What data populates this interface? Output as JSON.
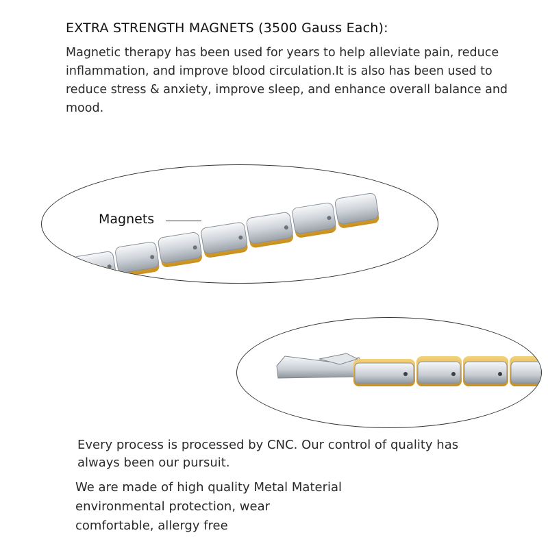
{
  "header": {
    "title": "EXTRA STRENGTH MAGNETS (3500 Gauss Each):",
    "intro": "Magnetic therapy has been used for years to help alleviate pain, reduce inflammation, and improve blood circulation.It is also has been used to reduce stress & anxiety, improve sleep, and enhance overall balance and mood."
  },
  "callout": {
    "magnets_label": "Magnets"
  },
  "body": {
    "cnc_text": "Every process is processed by CNC. Our control of quality has always been our pursuit.",
    "material_lines": [
      "We are made of high quality Metal Material",
      "environmental protection, wear",
      "comfortable, allergy free"
    ]
  },
  "colors": {
    "silver": "#d9dde2",
    "gold": "#e2b13c",
    "outline": "#333333"
  }
}
